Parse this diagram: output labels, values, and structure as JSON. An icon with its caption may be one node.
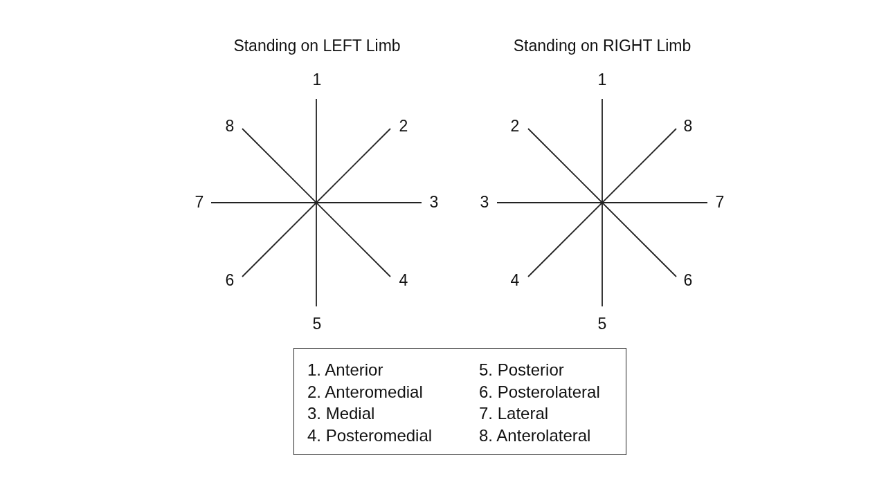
{
  "diagram": {
    "nodes": [
      {
        "text": [
          "1. Anterior",
          "5. Posterior",
          "2. Anteromedial",
          "6. Posterolateral",
          "3. Medial",
          "7. Lateral",
          "4. Posteromedial",
          "8. Anterolateral"
        ]
      }
    ],
    "labels": [
      "Standing on LEFT Limb",
      "Standing on RIGHT Limb",
      "1",
      "1",
      "8",
      "2",
      "2",
      "8",
      "7",
      "3",
      "3",
      "7",
      "6",
      "4",
      "4",
      "6",
      "5",
      "5"
    ]
  }
}
